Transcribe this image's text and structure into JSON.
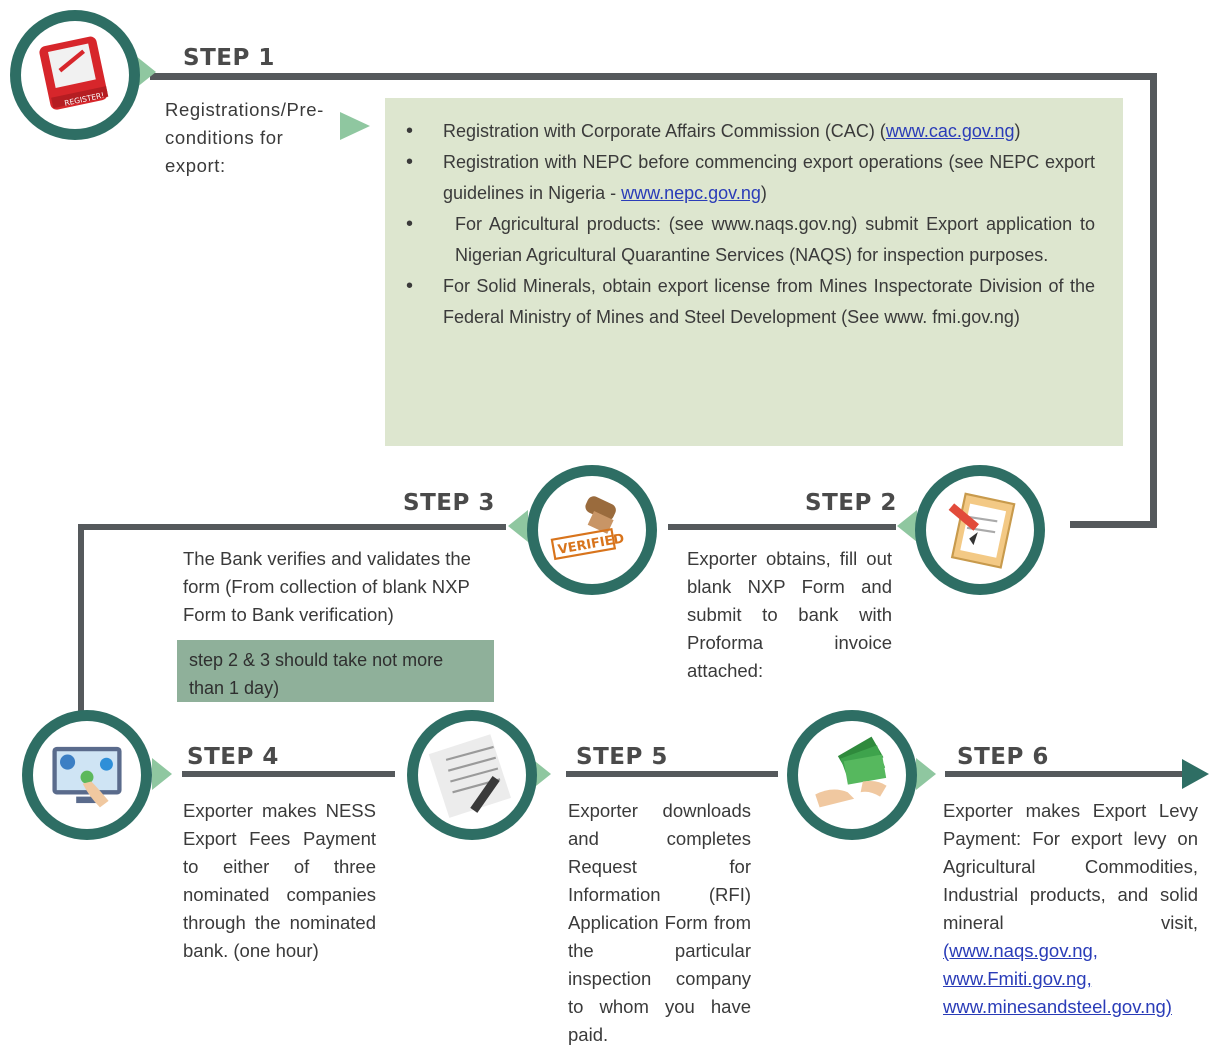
{
  "steps": [
    {
      "title": "STEP 1",
      "text": "Registrations/Pre-conditions for export:"
    },
    {
      "title": "STEP 2",
      "text": "Exporter obtains, fill out blank NXP Form and submit to bank with Proforma invoice attached:"
    },
    {
      "title": "STEP 3",
      "text": "The Bank verifies and validates the form (From collection of blank NXP Form to Bank verification)"
    },
    {
      "title": "STEP 4",
      "text": "Exporter makes NESS Export Fees Payment to either of three nominated companies through the nominated bank. (one hour)"
    },
    {
      "title": "STEP 5",
      "text": "Exporter downloads and completes Request for Information (RFI) Application Form from the particular inspection company to whom you have paid."
    },
    {
      "title": "STEP 6",
      "text": "Exporter makes Export Levy Payment: For export levy on Agricultural Commodities, Industrial products, and solid mineral visit,",
      "links": "(www.naqs.gov.ng, www.Fmiti.gov.ng, www.minesandsteel.gov.ng)"
    }
  ],
  "preconditions": [
    {
      "text": "Registration with Corporate Affairs Commission (CAC) (",
      "link": "www.cac.gov.ng",
      "after": ")"
    },
    {
      "text": "Registration with NEPC before commencing export operations (see NEPC export guidelines in Nigeria - ",
      "link": "www.nepc.gov.ng",
      "after": ")"
    },
    {
      "text": "For Agricultural products: (see www.naqs.gov.ng) submit Export application to Nigerian Agricultural Quarantine Services (NAQS) for inspection purposes.",
      "link": "",
      "after": ""
    },
    {
      "text": "For Solid Minerals, obtain export license from Mines Inspectorate Division of the Federal Ministry of Mines and Steel Development (See www. fmi.gov.ng)",
      "link": "",
      "after": ""
    }
  ],
  "note": "step 2 & 3 should take not more than 1 day)",
  "icons": {
    "step1": "register-stamp-icon",
    "step2": "clipboard-pen-icon",
    "step3": "verified-stamp-icon",
    "step4": "online-payment-icon",
    "step5": "application-form-icon",
    "step6": "money-handover-icon"
  },
  "colors": {
    "circle_ring": "#2e6e64",
    "pointer": "#8fc7a0",
    "connector": "#55595c",
    "precondition_box": "#dde6cf",
    "note_box": "#8fb09a",
    "link": "#2a3cb8"
  }
}
